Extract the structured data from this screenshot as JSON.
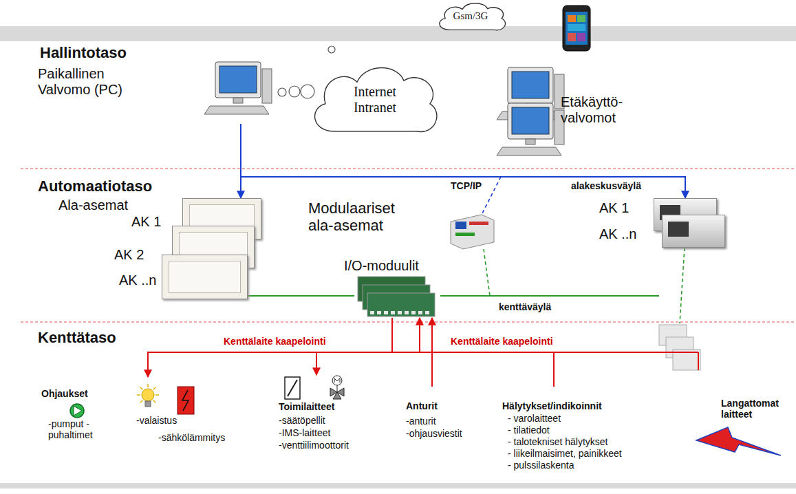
{
  "diagram": {
    "nodes": [
      {
        "text": [
          "Paikallinen Valvomo (PC)"
        ]
      },
      {
        "text": [
          "Internet Intranet"
        ]
      },
      {
        "text": [
          "Gsm/3G"
        ]
      },
      {
        "text": [
          "Etäkäyttö- valvomot"
        ]
      },
      {
        "text": [
          "AK 1"
        ]
      },
      {
        "text": [
          "AK 2"
        ]
      },
      {
        "text": [
          "AK ..n"
        ]
      },
      {
        "text": [
          "I/O-moduulit"
        ]
      },
      {
        "text": [
          "AK 1"
        ]
      },
      {
        "text": [
          "AK ..n"
        ]
      },
      {
        "text": [
          "Ohjaukset",
          "-pumput -puhaltimet",
          "-valaistus",
          "-sähkölämmitys"
        ]
      },
      {
        "text": [
          "Toimilaitteet",
          "-säätöpellit",
          "-IMS-laitteet",
          "-venttiilimoottorit"
        ]
      },
      {
        "text": [
          "Anturit",
          "-anturit",
          "-ohjausviestit"
        ]
      },
      {
        "text": [
          "Hälytykset/indikoinnit",
          "- varolaitteet",
          "- tilatiedot",
          "- talotekniset hälytykset",
          "- liikeilmaisimet, painikkeet",
          "- pulssilaskenta"
        ]
      },
      {
        "text": [
          "Langattomat laitteet"
        ]
      }
    ],
    "edges": [
      {
        "from": 0,
        "to": 4,
        "arrow": "to"
      },
      {
        "from": 0,
        "to": 8,
        "arrow": "to"
      },
      {
        "from": 6,
        "to": 7,
        "arrow": "none"
      },
      {
        "from": 7,
        "to": 10,
        "arrow": "to"
      },
      {
        "from": 7,
        "to": 11,
        "arrow": "to"
      },
      {
        "from": 12,
        "to": 7,
        "arrow": "to"
      },
      {
        "from": 13,
        "to": 7,
        "arrow": "to"
      }
    ],
    "labels": [
      "Hallintotaso",
      "Automaatiotaso",
      "Ala-asemat",
      "Modulaariset ala-asemat",
      "TCP/IP",
      "alakeskusväylä",
      "kenttäväylä",
      "Kenttätaso",
      "Kenttälaite kaapelointi",
      "Kenttälaite kaapelointi"
    ]
  }
}
